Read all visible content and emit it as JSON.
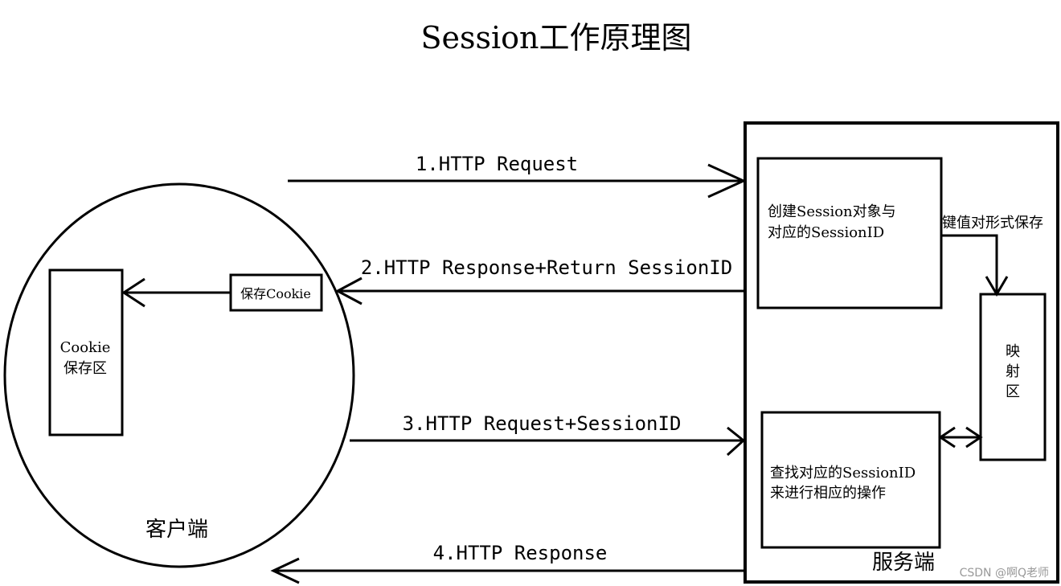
{
  "title": "Session工作原理图",
  "client": {
    "label": "客户端",
    "cookie_store": {
      "line1": "Cookie",
      "line2": "保存区"
    },
    "save_cookie": "保存Cookie"
  },
  "server": {
    "label": "服务端",
    "create_box": {
      "line1": "创建Session对象与",
      "line2": "对应的SessionID"
    },
    "mapping_box": {
      "line1": "映",
      "line2": "射",
      "line3": "区"
    },
    "lookup_box": {
      "line1": "查找对应的SessionID",
      "line2": "来进行相应的操作"
    },
    "kv_label": "键值对形式保存"
  },
  "arrows": {
    "step1": "1.HTTP Request",
    "step2": "2.HTTP Response+Return SessionID",
    "step3": "3.HTTP Request+SessionID",
    "step4": "4.HTTP Response"
  },
  "watermark": "CSDN @啊Q老师"
}
